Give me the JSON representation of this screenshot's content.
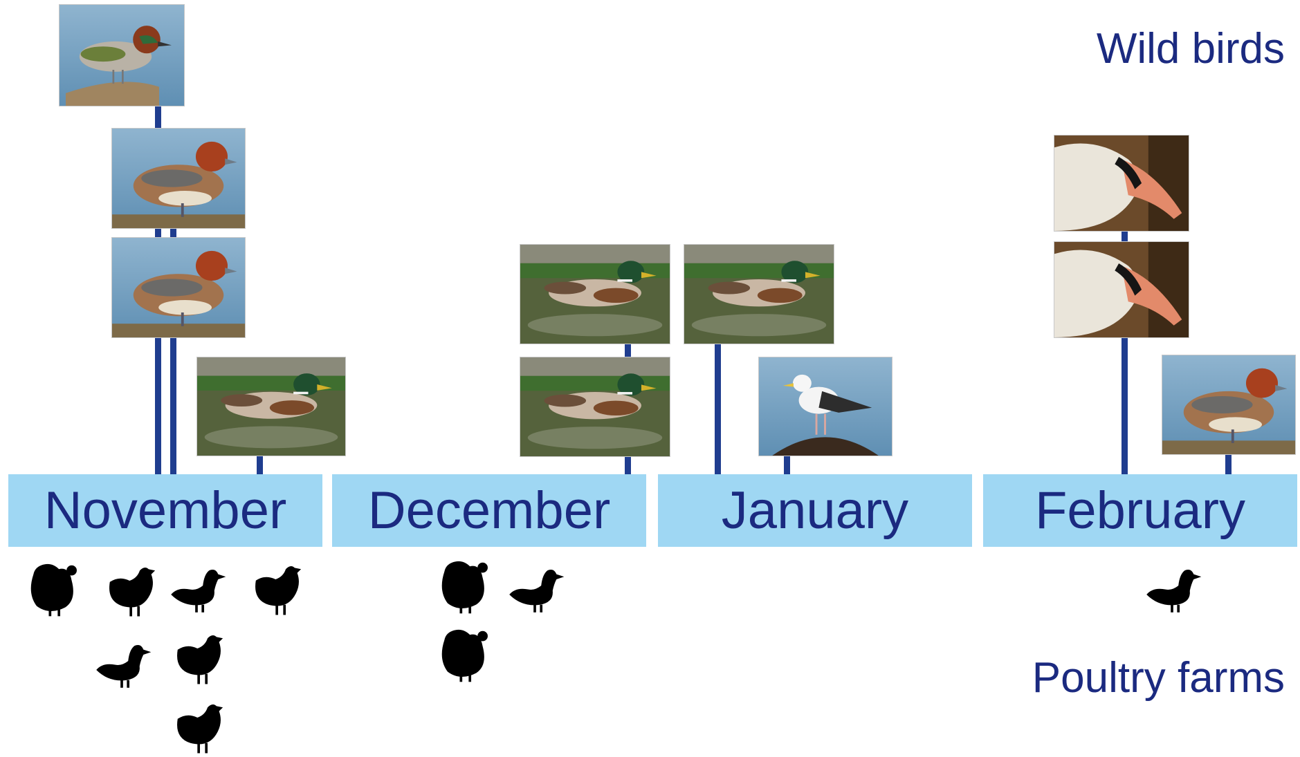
{
  "labels": {
    "wild_birds": "Wild birds",
    "poultry_farms": "Poultry farms"
  },
  "months": [
    {
      "label": "November",
      "wild_birds": [
        "teal",
        "wigeon",
        "wigeon",
        "mallard"
      ],
      "poultry": [
        "turkey",
        "chicken",
        "duck",
        "chicken",
        "duck",
        "chicken",
        "chicken"
      ]
    },
    {
      "label": "December",
      "wild_birds": [
        "mallard",
        "mallard"
      ],
      "poultry": [
        "turkey",
        "duck",
        "turkey"
      ]
    },
    {
      "label": "January",
      "wild_birds": [
        "mallard",
        "gull"
      ],
      "poultry": []
    },
    {
      "label": "February",
      "wild_birds": [
        "swan",
        "swan",
        "wigeon"
      ],
      "poultry": [
        "duck"
      ]
    }
  ],
  "colors": {
    "band": "#9fd7f3",
    "text": "#1b2a80",
    "stem": "#1f3d8f"
  }
}
